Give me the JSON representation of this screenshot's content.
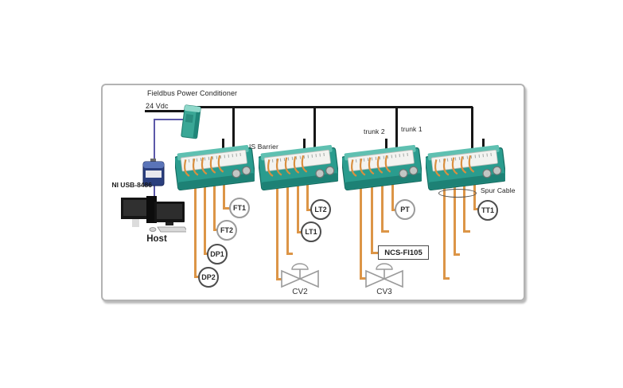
{
  "labels": {
    "power_conditioner": "Fieldbus Power Conditioner",
    "voltage": "24 Vdc",
    "is_barrier": "IS Barrier",
    "trunk1": "trunk 1",
    "trunk2": "trunk 2",
    "usb_interface": "NI USB-8486",
    "host": "Host",
    "spur_cable": "Spur Cable",
    "junction_box": "NCS-FI105"
  },
  "tags": [
    {
      "label": "FT1"
    },
    {
      "label": "FT2"
    },
    {
      "label": "DP1"
    },
    {
      "label": "DP2"
    },
    {
      "label": "LT2"
    },
    {
      "label": "LT1"
    },
    {
      "label": "PT"
    },
    {
      "label": "TT1"
    }
  ],
  "valves": [
    {
      "label": "CV2"
    },
    {
      "label": "CV3"
    }
  ],
  "colors": {
    "trunk_cable": "#161616",
    "spur_wire": "#dc9547",
    "barrier_green": "#2a9c8e",
    "usb_cable": "#5b58a8"
  }
}
